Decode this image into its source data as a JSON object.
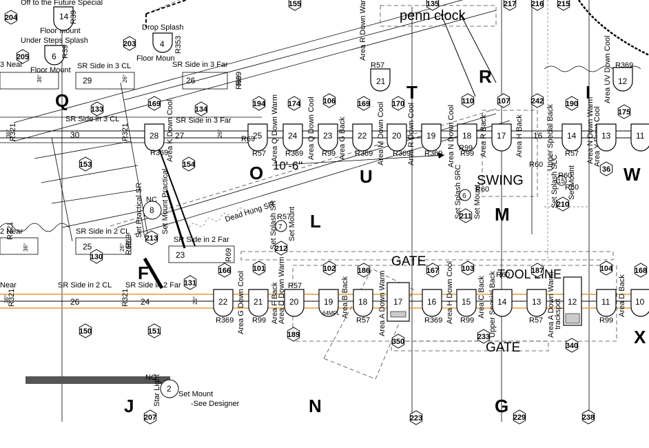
{
  "areas": [
    {
      "id": "area-Q",
      "letter": "Q"
    },
    {
      "id": "area-T",
      "letter": "T"
    },
    {
      "id": "area-R",
      "letter": "R"
    },
    {
      "id": "area-I",
      "letter": "I"
    },
    {
      "id": "area-O",
      "letter": "O"
    },
    {
      "id": "area-U",
      "letter": "U"
    },
    {
      "id": "area-W",
      "letter": "W"
    },
    {
      "id": "area-L",
      "letter": "L"
    },
    {
      "id": "area-M",
      "letter": "M"
    },
    {
      "id": "area-F",
      "letter": "F"
    },
    {
      "id": "area-X",
      "letter": "X"
    },
    {
      "id": "area-J",
      "letter": "J"
    },
    {
      "id": "area-N",
      "letter": "N"
    },
    {
      "id": "area-G",
      "letter": "G"
    }
  ],
  "region_labels": {
    "penn_clock": "penn clock",
    "swing": "SWING",
    "gate_upper": "GATE",
    "gate_lower": "GATE",
    "tool_line": "TOOL LINE",
    "dimension": "10'-6\"",
    "dead_hung": "Dead Hung SR"
  },
  "texts": [
    "Off to the Future Special",
    "Floor Mount",
    "Under Steps Splash",
    "Floor Mount",
    "3 Near",
    "Drop Splash",
    "Floor Moun",
    "SR Side in 3 CL",
    "SR Side in 3 Far",
    "Area R Down Warm",
    "SR Side in 3 CL",
    "SR Side in 3 Far",
    "Area K Down Cool",
    "Area Q Down Warm",
    "Area Q Down Cool",
    "Area G Back",
    "Area M Down Cool",
    "Area R Down Cool",
    "Area N Down Cool",
    "Area R Back",
    "Area H Back",
    "Upper Special Back",
    "Area N Down Warm",
    "Area Y Front Cool",
    "Area UV Down Cool",
    "Set Practical SR",
    "Set Mount Practical",
    "Set Splash SR",
    "Set Mount",
    "Set Splash SRC",
    "Set Mount",
    "Set Splash SLC",
    "Set Mount",
    "SR Side in 2 CL",
    "SR Side in 2 Far",
    "2 Near",
    "SR Side in 2 CL",
    "SR Side in 2 Far",
    "Near",
    "Area G Down Cool",
    "Area F Back",
    "Area D Down Warm",
    "Area B Back",
    "Area A Down Warm",
    "Area C Back",
    "Area H Down Cool",
    "Upper Special Back",
    "Area A Down Warm",
    "trackspot",
    "Area D Back",
    "Star Light",
    "Set Mount",
    "-See Designer",
    "NC",
    "NC"
  ],
  "units": [
    "14",
    "6",
    "4",
    "29",
    "26",
    "21",
    "12",
    "30",
    "28",
    "27",
    "25",
    "24",
    "23",
    "22",
    "20",
    "19",
    "18",
    "17",
    "16",
    "14",
    "13",
    "11",
    "8",
    "7",
    "6",
    "25",
    "23",
    "26",
    "24",
    "22",
    "21",
    "20",
    "19",
    "18",
    "17",
    "16",
    "15",
    "14",
    "13",
    "12",
    "11",
    "10",
    "2",
    "15"
  ],
  "circuits": [
    "204",
    "205",
    "203",
    "155",
    "135",
    "217",
    "216",
    "215",
    "133",
    "134",
    "194",
    "174",
    "106",
    "169",
    "170",
    "110",
    "107",
    "242",
    "190",
    "175",
    "169",
    "153",
    "154",
    "36",
    "211",
    "210",
    "213",
    "212",
    "130",
    "131",
    "166",
    "101",
    "102",
    "186",
    "167",
    "103",
    "187",
    "104",
    "168",
    "150",
    "151",
    "189",
    "350",
    "233",
    "340",
    "207",
    "223",
    "229",
    "238",
    "194",
    "174"
  ],
  "dimmers": [
    "R39",
    "R39",
    "R353",
    "R69",
    "R69",
    "R57",
    "R369",
    "R321",
    "R321",
    "R369",
    "R69",
    "R57",
    "R369",
    "R99",
    "R369",
    "R369",
    "R99",
    "R60",
    "R57",
    "R321",
    "R69",
    "R57",
    "R69",
    "R60",
    "R60",
    "R60",
    "R69",
    "R321",
    "R321",
    "R369",
    "R99",
    "R57",
    "R57",
    "R369",
    "R99",
    "R57",
    "R99",
    "R60",
    "R99",
    "R369"
  ],
  "gels": [
    "36°",
    "26°",
    "36°",
    "26°",
    "36°",
    "26°",
    "36°",
    "26°",
    "64MFL"
  ]
}
